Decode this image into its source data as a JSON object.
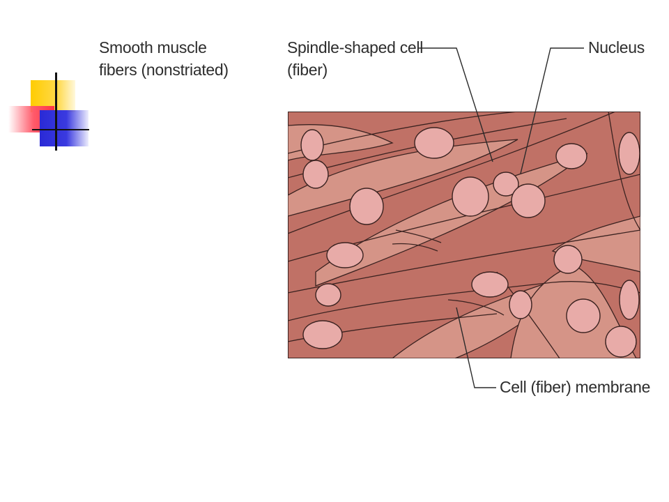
{
  "slide": {
    "title_text": "Smooth muscle\nfibers (nonstriated)"
  },
  "diagram": {
    "labels": {
      "spindle": "Spindle-shaped cell\n(fiber)",
      "nucleus": "Nucleus",
      "membrane": "Cell (fiber) membrane"
    },
    "colors": {
      "tissue": "#c07166",
      "cell_light": "#d59487",
      "nucleus": "#e8aba8",
      "outline": "#3a2220"
    }
  }
}
